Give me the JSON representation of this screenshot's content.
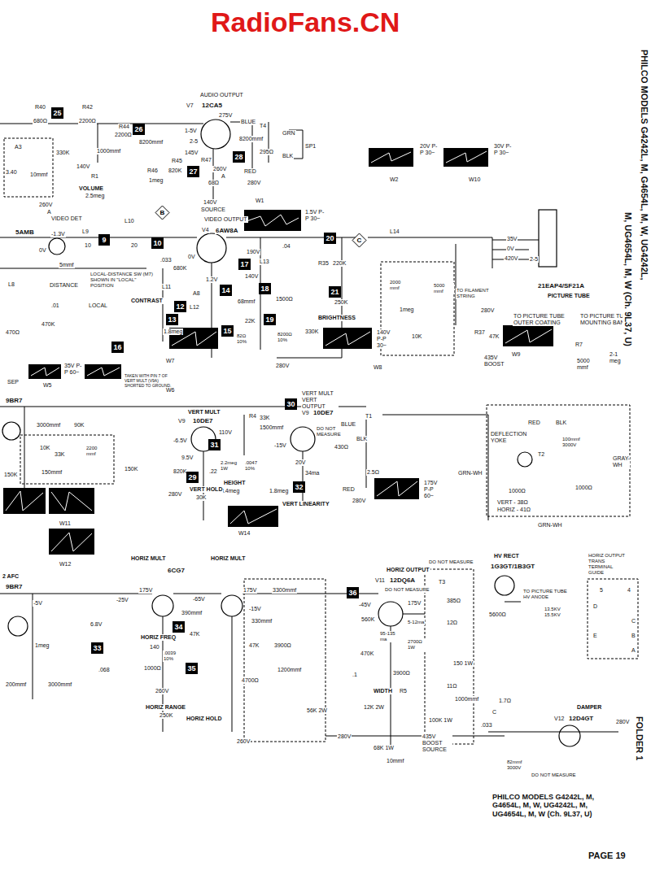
{
  "diagram": {
    "nodes": [
      {
        "text": [
          "25"
        ]
      },
      {
        "text": [
          "26"
        ]
      },
      {
        "text": [
          "28"
        ]
      },
      {
        "text": [
          "27"
        ]
      },
      {
        "text": [
          "B"
        ]
      },
      {
        "text": [
          "9"
        ]
      },
      {
        "text": [
          "10"
        ]
      },
      {
        "text": [
          "20"
        ]
      },
      {
        "text": [
          "C"
        ]
      },
      {
        "text": [
          "17"
        ]
      },
      {
        "text": [
          "18"
        ]
      },
      {
        "text": [
          "14"
        ]
      },
      {
        "text": [
          "21"
        ]
      },
      {
        "text": [
          "12"
        ]
      },
      {
        "text": [
          "19"
        ]
      },
      {
        "text": [
          "13"
        ]
      },
      {
        "text": [
          "15"
        ]
      },
      {
        "text": [
          "16"
        ]
      },
      {
        "text": [
          "30"
        ]
      },
      {
        "text": [
          "31"
        ]
      },
      {
        "text": [
          "29"
        ]
      },
      {
        "text": [
          "32"
        ]
      },
      {
        "text": [
          "36"
        ]
      },
      {
        "text": [
          "34"
        ]
      },
      {
        "text": [
          "33"
        ]
      },
      {
        "text": [
          "35"
        ]
      }
    ],
    "labels": [
      "RadioFans.CN",
      "AUDIO OUTPUT",
      "V7",
      "12CA5",
      "R40",
      "680Ω",
      "R42",
      "2200Ω",
      "1000mmf",
      "330K",
      "A3",
      "3.40",
      "10mmf",
      "140V",
      "R1",
      "VOLUME",
      "2.5meg",
      "260V",
      "A",
      "R44",
      "2200Ω",
      "8200mmf",
      "R45",
      "820K",
      "R46",
      "1meg",
      "1-5V",
      "275V",
      "2-5",
      "145V",
      "R47",
      "68Ω",
      "260V",
      "A",
      "140V",
      "SOURCE",
      "BLUE",
      "T4",
      "GRN",
      "8200mmf",
      "295Ω",
      "BLK",
      "RED",
      "280V",
      "SP1",
      "W2",
      "20V P-P 30~",
      "W10",
      "30V P-P 30~",
      "W1",
      "1.5V P-P 30~",
      "5AMB",
      "VIDEO DET",
      "-1.3V",
      "0V",
      "L9",
      "10",
      "L10",
      "20",
      "5mmf",
      "L8",
      "DISTANCE",
      "LOCAL-DISTANCE SW (M7) SHOWN IN \"LOCAL\" POSITION",
      "L11",
      "CONTRAST",
      ".01",
      "LOCAL",
      "470K",
      "470Ω",
      "1.8meg",
      "VIDEO OUTPUT",
      "V4",
      "6AW8A",
      "190V",
      "0V",
      "1.2V",
      "140V",
      "680K",
      ".033",
      "A8",
      "68mmf",
      "L12",
      "22K",
      "82Ω 10%",
      ".04",
      "L13",
      "1500Ω",
      "8200Ω 10%",
      "R35",
      "220K",
      "250K",
      "BRIGHTNESS",
      "330K",
      "280V",
      "L14",
      "2000 mmf",
      "1meg",
      "10K",
      "5000 mmf",
      "TO FILAMENT STRING",
      "280V",
      "R37",
      "47K",
      "435V BOOST",
      "35V",
      "0V",
      "420V",
      "2-5",
      "21EAP4/SF21A",
      "PICTURE TUBE",
      "TO PICTURE TUBE OUTER COATING",
      "TO PICTURE TUBE MOUNTING BAND",
      "R7",
      "5000 mmf",
      "2-1 meg",
      "W7",
      "140V P-P 30~",
      "W8",
      "W9",
      "W5",
      "35V P-P 60~",
      "TAKEN WITH PIN 7 OF VERT MULT (V9A) SHORTED TO GROUND.",
      "W6",
      "SEP",
      "9BR7",
      "VERT MULT",
      "V9",
      "10DE7",
      "VERT MULT VERT OUTPUT",
      "V9",
      "10DE7",
      "R4",
      "33K",
      "1500mmf",
      "DO NOT MEASURE",
      "110V",
      "-6.5V",
      "9.5V",
      "820K",
      ".22",
      "2.2meg 1W",
      ".0047 10%",
      "1.8meg",
      "HEIGHT",
      "3.4meg",
      "280V",
      "VERT HOLD",
      "30K",
      "VERT LINEARITY",
      "-15V",
      "20V",
      "34ma",
      "BLUE",
      "BLK",
      "T1",
      "430Ω",
      "2.5Ω",
      "RED",
      "280V",
      "3000mmf",
      "90K",
      "10K",
      "33K",
      "150mmf",
      "2200 mmf",
      "150K",
      "150K",
      "RED",
      "BLK",
      "DEFLECTION YOKE",
      "T2",
      "100mmf 3000V",
      "GRN-WH",
      "GRAY-WH",
      "1000Ω",
      "1000Ω",
      "VERT - 38Ω",
      "HORIZ - 41Ω",
      "GRN-WH",
      "W11",
      "W12",
      "W14",
      "175V P-P 60~",
      "2 AFC",
      "9BR7",
      "-5V",
      "HORIZ MULT",
      "6CG7",
      "HORIZ MULT",
      "175V",
      "175V",
      "-25V",
      "-65V",
      "-15V",
      "390mmf",
      "47K",
      "6.8V",
      "HORIZ FREQ",
      "140",
      ".0039 10%",
      "1000Ω",
      ".068",
      "1meg",
      "200mmf",
      "3000mmf",
      "260V",
      "HORIZ RANGE",
      "250K",
      "HORIZ HOLD",
      "3300mmf",
      "330mmf",
      "3900Ω",
      "47K",
      "4700Ω",
      "1200mmf",
      "260V",
      "HORIZ OUTPUT",
      "V11",
      "12DQ6A",
      "DO NOT MEASURE",
      "175V",
      "-45V",
      "95-135 ma",
      "5-12ma",
      "2700Ω 1W",
      "560K",
      "470K",
      ".1",
      "3900Ω",
      "WIDTH",
      "R5",
      "12K 2W",
      "56K 2W",
      "68K 1W",
      "10mmf",
      "435V BOOST SOURCE",
      "280V",
      "100K 1W",
      "150 1W",
      "1000mmf",
      "T3",
      "DO NOT MEASURE",
      "385Ω",
      "12Ω",
      "11Ω",
      "HV RECT",
      "1G3GT/1B3GT",
      "TO PICTURE TUBE HV ANODE",
      "13.5KV 15.5KV",
      "5600Ω",
      "1.7Ω",
      "C",
      ".033",
      "82mmf 3000V",
      "DAMPER",
      "V12",
      "12D4GT",
      "280V",
      "DO NOT MEASURE",
      "HORIZ OUTPUT TRANS TERMINAL GUIDE",
      "5",
      "4",
      "D",
      "C",
      "E",
      "B",
      "A",
      "PHILCO MODELS G4242L, M, G4654L, M, W, UG4242L, M, UG4654L, M, W (Ch. 9L37, U)",
      "FOLDER 1",
      "PAGE 19",
      "PHILCO MODELS G4242L, M, G4654L, M, W, UG4242L,",
      "M, UG4654L, M, W (Ch. 9L37, U)"
    ]
  }
}
